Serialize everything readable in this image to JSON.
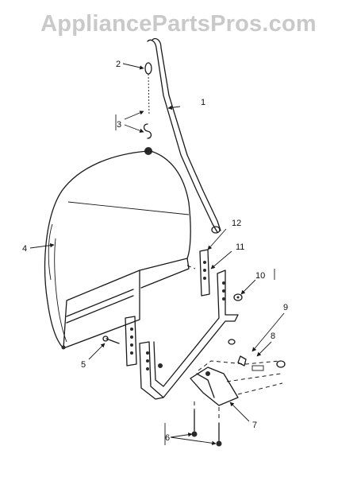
{
  "watermark": "AppliancePartsPros.com",
  "callouts": {
    "c1": "1",
    "c2": "2",
    "c3": "3",
    "c4": "4",
    "c5": "5",
    "c6": "6",
    "c7": "7",
    "c8": "8",
    "c9": "9",
    "c10": "10",
    "c11": "11",
    "c12": "12"
  }
}
